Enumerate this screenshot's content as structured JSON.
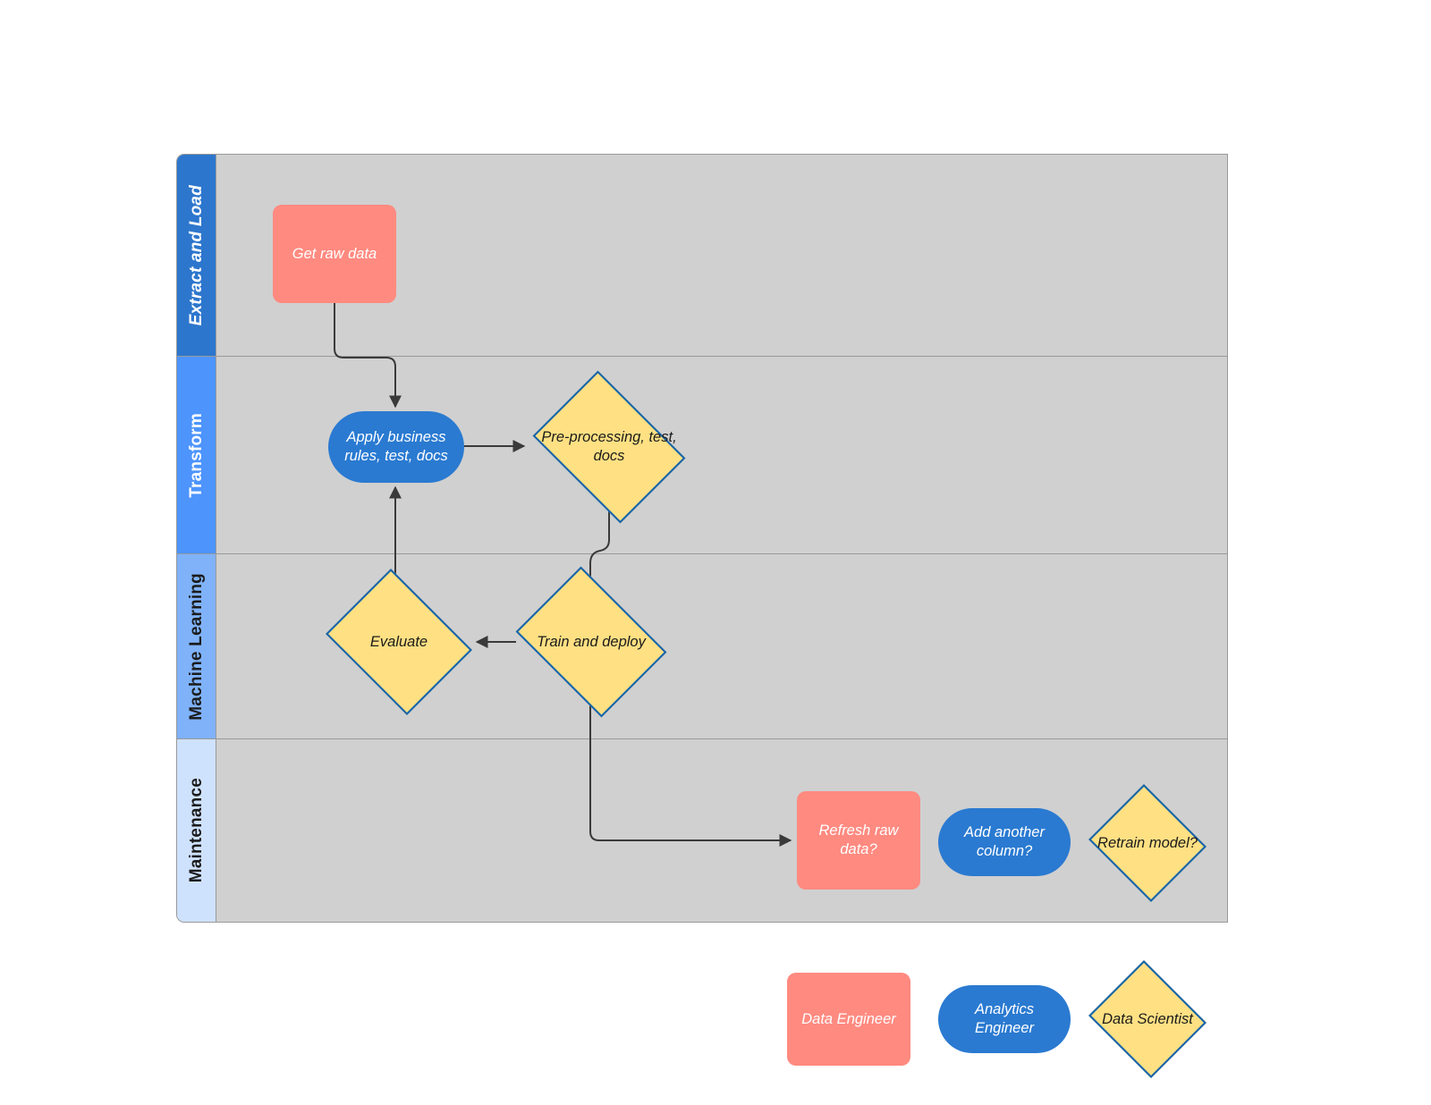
{
  "diagram": {
    "type": "swimlane-flowchart",
    "lanes": [
      {
        "id": "extract-and-load",
        "label": "Extract and Load",
        "header_color": "#2d76cd",
        "text_color": "#ffffff"
      },
      {
        "id": "transform",
        "label": "Transform",
        "header_color": "#4d94fc",
        "text_color": "#ffffff"
      },
      {
        "id": "machine-learning",
        "label": "Machine Learning",
        "header_color": "#7fb2f9",
        "text_color": "#1b1b1b"
      },
      {
        "id": "maintenance",
        "label": "Maintenance",
        "header_color": "#cfe2fd",
        "text_color": "#1b1b1b"
      }
    ],
    "lane_body_color": "#d0d0d0",
    "nodes": [
      {
        "id": "get-raw-data",
        "label": "Get raw data",
        "shape": "rect",
        "lane": "extract-and-load",
        "fill": "#ff8a80",
        "text_color": "#ffffff"
      },
      {
        "id": "apply-business-rules",
        "label": "Apply business rules, test, docs",
        "shape": "stadium",
        "lane": "transform",
        "fill": "#2a7ad1",
        "text_color": "#ffffff"
      },
      {
        "id": "pre-processing",
        "label": "Pre-processing, test, docs",
        "shape": "diamond",
        "lane": "transform",
        "fill": "#ffe083",
        "text_color": "#1b1b1b"
      },
      {
        "id": "evaluate",
        "label": "Evaluate",
        "shape": "diamond",
        "lane": "machine-learning",
        "fill": "#ffe083",
        "text_color": "#1b1b1b"
      },
      {
        "id": "train-and-deploy",
        "label": "Train and deploy",
        "shape": "diamond",
        "lane": "machine-learning",
        "fill": "#ffe083",
        "text_color": "#1b1b1b"
      },
      {
        "id": "refresh-raw-data",
        "label": "Refresh raw data?",
        "shape": "rect",
        "lane": "maintenance",
        "fill": "#ff8a80",
        "text_color": "#ffffff"
      },
      {
        "id": "add-another-column",
        "label": "Add another column?",
        "shape": "stadium",
        "lane": "maintenance",
        "fill": "#2a7ad1",
        "text_color": "#ffffff"
      },
      {
        "id": "retrain-model",
        "label": "Retrain model?",
        "shape": "diamond",
        "lane": "maintenance",
        "fill": "#ffe083",
        "text_color": "#1b1b1b"
      }
    ],
    "edges": [
      {
        "from": "get-raw-data",
        "to": "apply-business-rules"
      },
      {
        "from": "apply-business-rules",
        "to": "pre-processing"
      },
      {
        "from": "pre-processing",
        "to": "train-and-deploy"
      },
      {
        "from": "train-and-deploy",
        "to": "evaluate"
      },
      {
        "from": "evaluate",
        "to": "apply-business-rules"
      },
      {
        "from": "train-and-deploy",
        "to": "refresh-raw-data"
      }
    ]
  },
  "legend": {
    "items": [
      {
        "id": "data-engineer",
        "label": "Data Engineer",
        "shape": "rect",
        "fill": "#ff8a80",
        "text_color": "#ffffff"
      },
      {
        "id": "analytics-engineer",
        "label": "Analytics Engineer",
        "shape": "stadium",
        "fill": "#2a7ad1",
        "text_color": "#ffffff"
      },
      {
        "id": "data-scientist",
        "label": "Data Scientist",
        "shape": "diamond",
        "fill": "#ffe083",
        "text_color": "#1b1b1b"
      }
    ]
  }
}
